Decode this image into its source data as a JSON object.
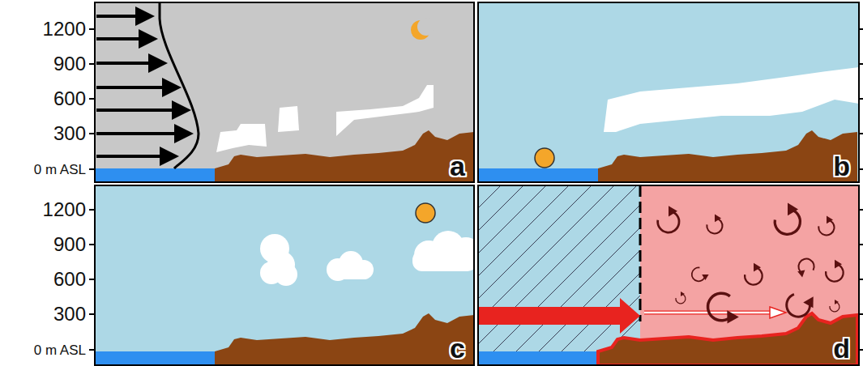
{
  "diagram": {
    "labels": [
      "1200",
      "900",
      "600",
      "300",
      "0 m ASL",
      "1200",
      "900",
      "600",
      "300",
      "0 m ASL",
      "a",
      "b",
      "c",
      "d"
    ]
  }
}
